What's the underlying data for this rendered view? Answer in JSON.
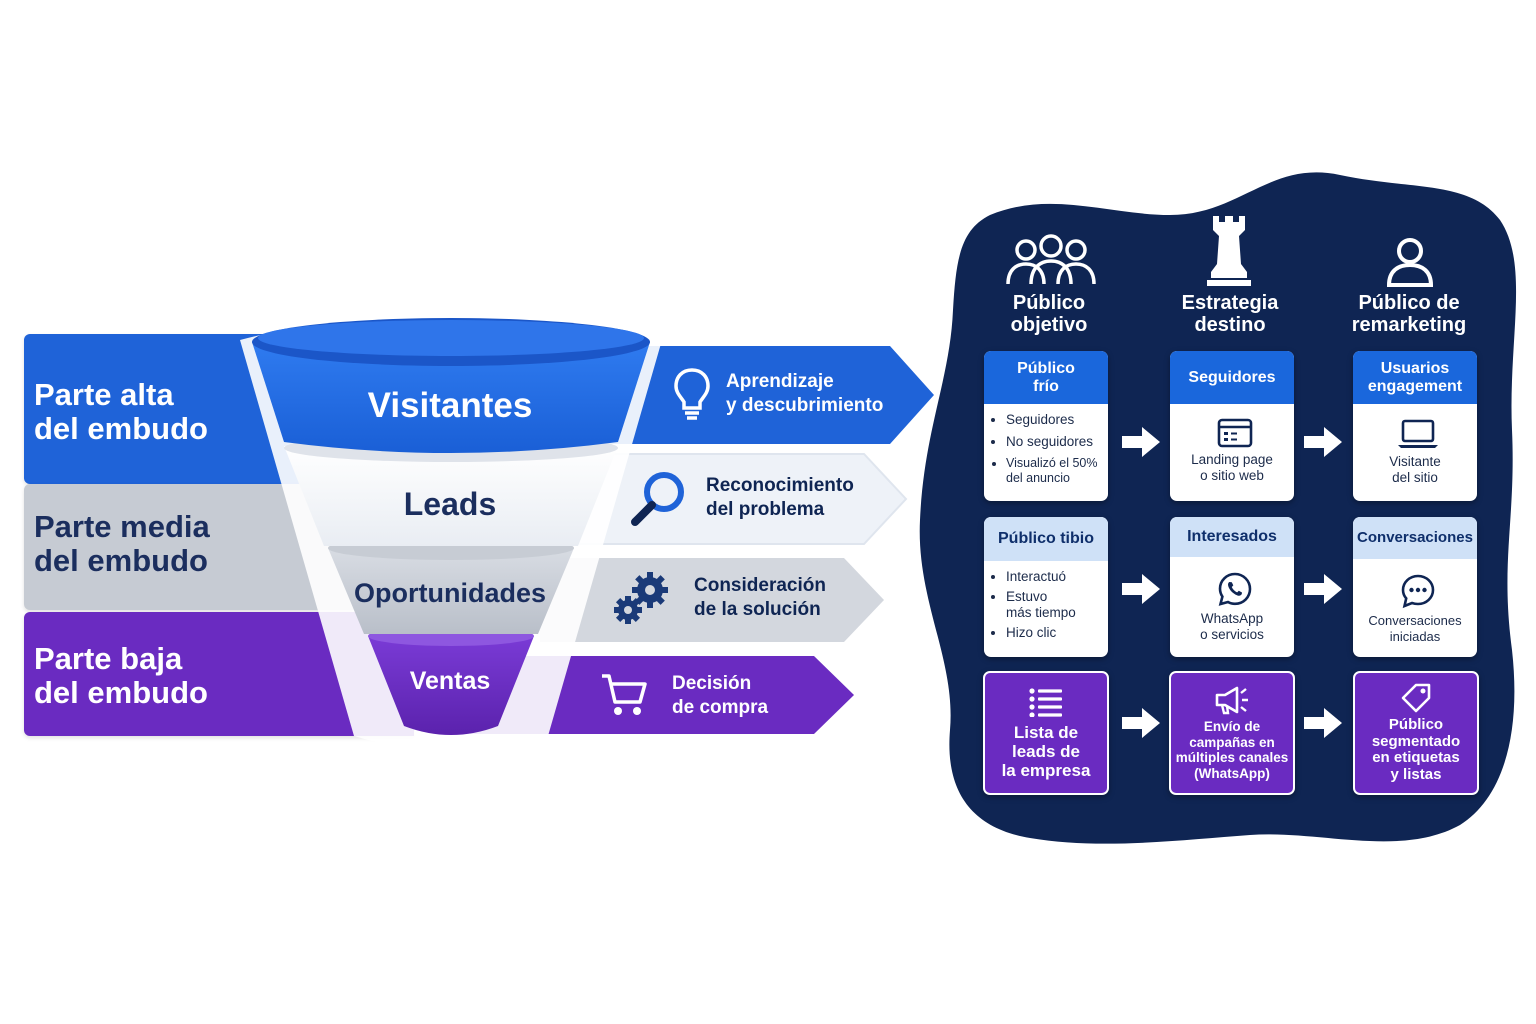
{
  "funnel_stages": [
    {
      "label": "Parte alta\ndel embudo",
      "color": "#1f63d8"
    },
    {
      "label": "Parte media\ndel embudo",
      "color": "#c6cbd3"
    },
    {
      "label": "Parte baja\ndel embudo",
      "color": "#6a2bc1"
    }
  ],
  "funnel_levels": [
    "Visitantes",
    "Leads",
    "Oportunidades",
    "Ventas"
  ],
  "stage_arrows": [
    {
      "label": "Aprendizaje\ny descubrimiento",
      "icon": "lightbulb-icon",
      "color": "#1f63d8"
    },
    {
      "label": "Reconocimiento\ndel problema",
      "icon": "magnifier-icon",
      "color": "#eef2f8"
    },
    {
      "label": "Consideración\nde la solución",
      "icon": "gears-icon",
      "color": "#d3d7de"
    },
    {
      "label": "Decisión\nde compra",
      "icon": "cart-icon",
      "color": "#6a2bc1"
    }
  ],
  "flow": {
    "panel_color": "#0f2553",
    "columns": [
      {
        "title": "Público\nobjetivo",
        "icon": "people-group-icon"
      },
      {
        "title": "Estrategia\ndestino",
        "icon": "chess-rook-icon"
      },
      {
        "title": "Público de\nremarketing",
        "icon": "user-icon"
      }
    ],
    "rows": [
      {
        "cards": [
          {
            "header": "Público\nfrío",
            "items": [
              "Seguidores",
              "No seguidores",
              "Visualizó el 50%\ndel anuncio"
            ]
          },
          {
            "header": "Seguidores",
            "icon": "browser-window-icon",
            "text": "Landing page\no sitio web"
          },
          {
            "header": "Usuarios\nengagement",
            "icon": "laptop-icon",
            "text": "Visitante\ndel sitio"
          }
        ]
      },
      {
        "cards": [
          {
            "header": "Público tibio",
            "items": [
              "Interactuó",
              "Estuvo\nmás tiempo",
              "Hizo clic"
            ]
          },
          {
            "header": "Interesados",
            "icon": "whatsapp-icon",
            "text": "WhatsApp\no servicios"
          },
          {
            "header": "Conversaciones",
            "icon": "chat-bubble-icon",
            "text": "Conversaciones\niniciadas"
          }
        ]
      },
      {
        "cards": [
          {
            "icon": "list-icon",
            "text": "Lista de\nleads de\nla empresa"
          },
          {
            "icon": "megaphone-icon",
            "text": "Envío de\ncampañas en\nmúltiples canales\n(WhatsApp)"
          },
          {
            "icon": "tag-icon",
            "text": "Público\nsegmentado\nen etiquetas\ny listas"
          }
        ]
      }
    ]
  }
}
